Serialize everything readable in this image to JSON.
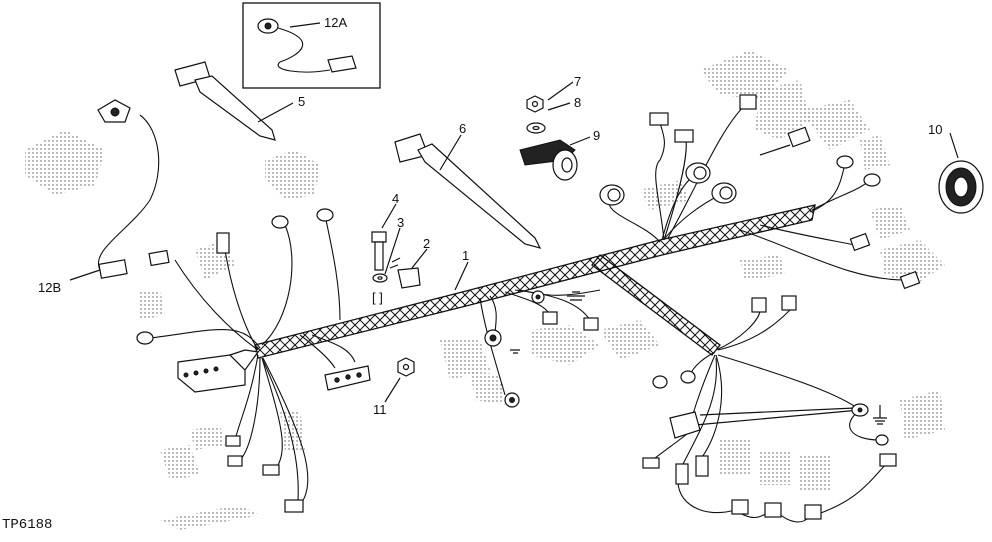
{
  "figure_code": "TP6188",
  "callouts": {
    "c1": "1",
    "c2": "2",
    "c3": "3",
    "c4": "4",
    "c5": "5",
    "c6": "6",
    "c7": "7",
    "c8": "8",
    "c9": "9",
    "c10": "10",
    "c11": "11",
    "c12a": "12A",
    "c12b": "12B"
  },
  "bracket_mark": "[ ]"
}
